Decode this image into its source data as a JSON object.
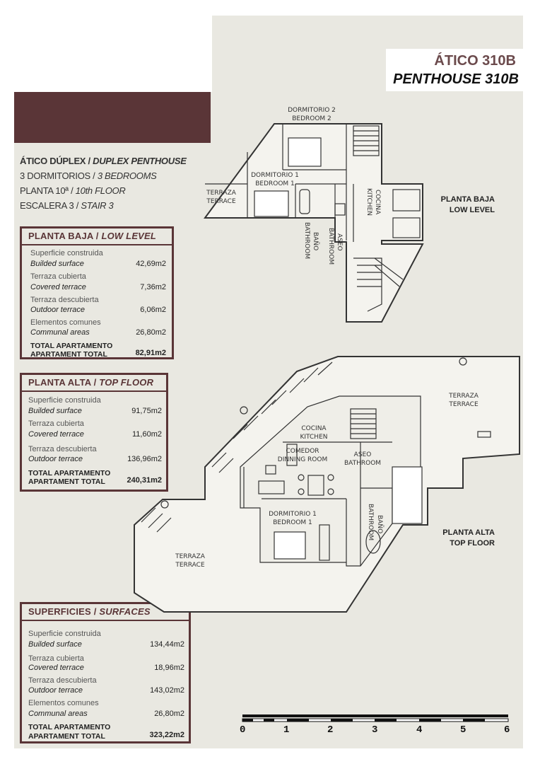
{
  "header": {
    "title_es": "ÁTICO 310B",
    "title_en": "PENTHOUSE 310B"
  },
  "info": {
    "type_es": "ÁTICO DÚPLEX /",
    "type_en": "DUPLEX PENTHOUSE",
    "beds_es": "3 DORMITORIOS /",
    "beds_en": "3 BEDROOMS",
    "floor_es": "PLANTA 10ª /",
    "floor_en": "10th FLOOR",
    "stair_es": "ESCALERA 3 /",
    "stair_en": "STAIR 3"
  },
  "low": {
    "title_es": "PLANTA BAJA /",
    "title_en": "LOW LEVEL",
    "rows": [
      {
        "es": "Superficie construida",
        "en": "Builded surface",
        "val": "42,69m2"
      },
      {
        "es": "Terraza cubierta",
        "en": "Covered terrace",
        "val": "7,36m2"
      },
      {
        "es": "Terraza descubierta",
        "en": "Outdoor terrace",
        "val": "6,06m2"
      },
      {
        "es": "Elementos comunes",
        "en": "Communal areas",
        "val": "26,80m2"
      }
    ],
    "total_es": "TOTAL APARTAMENTO",
    "total_en": "APARTAMENT TOTAL",
    "total_val": "82,91m2"
  },
  "top": {
    "title_es": "PLANTA ALTA /",
    "title_en": "TOP FLOOR",
    "rows": [
      {
        "es": "Superficie construida",
        "en": "Builded surface",
        "val": "91,75m2"
      },
      {
        "es": "Terraza cubierta",
        "en": "Covered terrace",
        "val": "11,60m2"
      },
      {
        "es": "Terraza descubierta",
        "en": "Outdoor terrace",
        "val": "136,96m2"
      }
    ],
    "total_es": "TOTAL APARTAMENTO",
    "total_en": "APARTAMENT TOTAL",
    "total_val": "240,31m2"
  },
  "surf": {
    "title_es": "SUPERFICIES /",
    "title_en": "SURFACES",
    "rows": [
      {
        "es": "Superficie construida",
        "en": "Builded surface",
        "val": "134,44m2"
      },
      {
        "es": "Terraza cubierta",
        "en": "Covered terrace",
        "val": "18,96m2"
      },
      {
        "es": "Terraza descubierta",
        "en": "Outdoor terrace",
        "val": "143,02m2"
      },
      {
        "es": "Elementos comunes",
        "en": "Communal areas",
        "val": "26,80m2"
      }
    ],
    "total_es": "TOTAL APARTAMENTO",
    "total_en": "APARTAMENT TOTAL",
    "total_val": "323,22m2"
  },
  "plans": {
    "low_level_es": "PLANTA BAJA",
    "low_level_en": "LOW LEVEL",
    "top_floor_es": "PLANTA ALTA",
    "top_floor_en": "TOP FLOOR",
    "low_rooms": {
      "bed2_es": "DORMITORIO 2",
      "bed2_en": "BEDROOM 2",
      "bed1_es": "DORMITORIO 1",
      "bed1_en": "BEDROOM 1",
      "terr_es": "TERRAZA",
      "terr_en": "TERRACE",
      "kit_es": "COCINA",
      "kit_en": "KITCHEN",
      "bath_es": "BAÑO",
      "bath_en": "BATHROOM",
      "wc_es": "ASEO",
      "wc_en": "BATHROOM"
    },
    "top_rooms": {
      "terr1_es": "TERRAZA",
      "terr1_en": "TERRACE",
      "terr2_es": "TERRAZA",
      "terr2_en": "TERRACE",
      "kit_es": "COCINA",
      "kit_en": "KITCHEN",
      "dining_es": "COMEDOR",
      "dining_en": "DINNING ROOM",
      "wc_es": "ASEO",
      "wc_en": "BATHROOM",
      "bed1_es": "DORMITORIO 1",
      "bed1_en": "BEDROOM 1",
      "bath_es": "BAÑO",
      "bath_en": "BATHROOM"
    }
  },
  "scale": {
    "ticks": [
      "0",
      "1",
      "2",
      "3",
      "4",
      "5",
      "6"
    ]
  },
  "colors": {
    "brand": "#5a3537",
    "panel": "#e9e8e1"
  }
}
